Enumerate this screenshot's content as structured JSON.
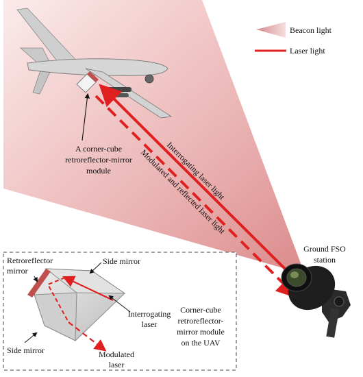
{
  "legend": {
    "beacon_label": "Beacon light",
    "laser_label": "Laser light"
  },
  "labels": {
    "module_line1": "A corner-cube",
    "module_line2": "retroreflector-mirror",
    "module_line3": "module",
    "interrogating_beam": "Interrogating laser light",
    "reflected_beam": "Modulated and reflected laser light",
    "ground_line1": "Ground FSO",
    "ground_line2": "station"
  },
  "inset": {
    "retro_line1": "Retroreflector",
    "retro_line2": "mirror",
    "side_mirror_top": "Side mirror",
    "side_mirror_bottom": "Side mirror",
    "interrogating_line1": "Interrogating",
    "interrogating_line2": "laser",
    "modulated_line1": "Modulated",
    "modulated_line2": "laser",
    "corner_line1": "Corner-cube",
    "corner_line2": "retroreflector-",
    "corner_line3": "mirror module",
    "corner_line4": "on the UAV"
  },
  "colors": {
    "laser": "#e02020",
    "beacon": "#e6a3a3",
    "uav_body": "#d8d8d8",
    "retroreflector": "#c0504d"
  }
}
